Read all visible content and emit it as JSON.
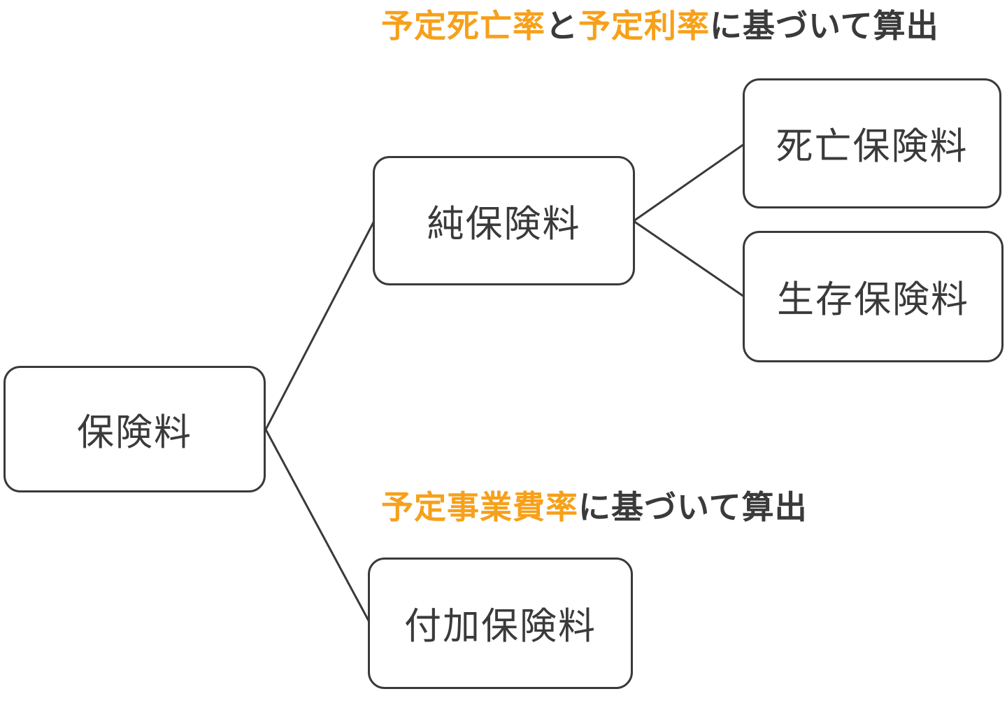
{
  "colors": {
    "accent_orange": "#f7a019",
    "ink_gray": "#3a3a3a",
    "background": "#ffffff"
  },
  "annotations": {
    "top": {
      "full_text": "予定死亡率と予定利率に基づいて算出",
      "segments": [
        {
          "text": "予定死亡率",
          "emphasis": true
        },
        {
          "text": "と",
          "emphasis": false
        },
        {
          "text": "予定利率",
          "emphasis": true
        },
        {
          "text": "に基づいて算出",
          "emphasis": false
        }
      ]
    },
    "bottom": {
      "full_text": "予定事業費率に基づいて算出",
      "segments": [
        {
          "text": "予定事業費率",
          "emphasis": true
        },
        {
          "text": "に基づいて算出",
          "emphasis": false
        }
      ]
    }
  },
  "nodes": {
    "premium": {
      "label": "保険料"
    },
    "net_premium": {
      "label": "純保険料"
    },
    "death_premium": {
      "label": "死亡保険料"
    },
    "survival_premium": {
      "label": "生存保険料"
    },
    "loading_premium": {
      "label": "付加保険料"
    }
  },
  "edges": [
    {
      "from": "premium",
      "to": "net_premium"
    },
    {
      "from": "premium",
      "to": "loading_premium"
    },
    {
      "from": "net_premium",
      "to": "death_premium"
    },
    {
      "from": "net_premium",
      "to": "survival_premium"
    }
  ]
}
